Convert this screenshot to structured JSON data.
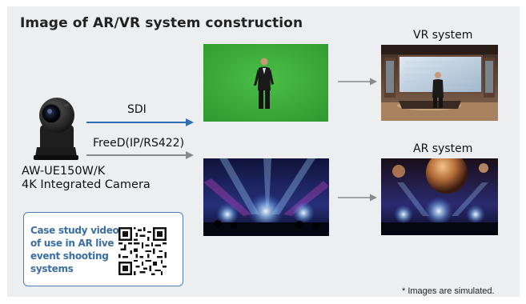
{
  "title": "Image of AR/VR system construction",
  "vr_label": "VR system",
  "ar_label": "AR system",
  "sdi_label": "SDI",
  "freed_label": "FreeD(IP/RS422)",
  "camera_model": "AW-UE150W/K",
  "camera_name": "4K Integrated Camera",
  "case_study_lines": [
    "Case study videos",
    "of use in AR live",
    "event shooting",
    "systems"
  ],
  "footnote": "* Images are simulated.",
  "colors": {
    "panel_bg": "#eceef0",
    "sdi_arrow": "#2f6eb5",
    "gray_arrow": "#8a8a8a",
    "green_screen": "#3fab3c",
    "case_border": "#4f7fb3",
    "case_text": "#3a6ea5"
  }
}
